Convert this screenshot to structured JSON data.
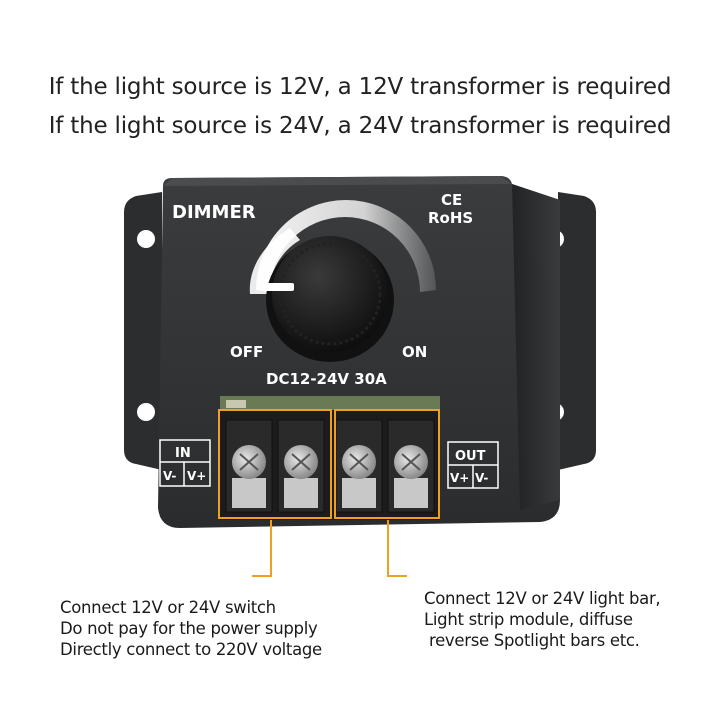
{
  "headlines": {
    "line1": "If the light source is 12V, a 12V transformer is required",
    "line2": "If the light source is 24V, a 24V transformer is required"
  },
  "device": {
    "brand_label": "DIMMER",
    "ce_mark": "CE",
    "rohs_mark": "RoHS",
    "off_label": "OFF",
    "on_label": "ON",
    "rating": "DC12-24V 30A",
    "in_label": "IN",
    "in_minus": "V-",
    "in_plus": "V+",
    "out_label": "OUT",
    "out_plus": "V+",
    "out_minus": "V-",
    "colors": {
      "body": "#303234",
      "accent_outline": "#f0a020",
      "label_white": "#ffffff"
    }
  },
  "notes": {
    "left": [
      "Connect 12V or 24V switch",
      "Do not pay for the power supply",
      "Directly connect to 220V voltage"
    ],
    "right": [
      "Connect 12V or 24V light bar,",
      "Light strip module, diffuse",
      " reverse Spotlight bars etc."
    ]
  }
}
